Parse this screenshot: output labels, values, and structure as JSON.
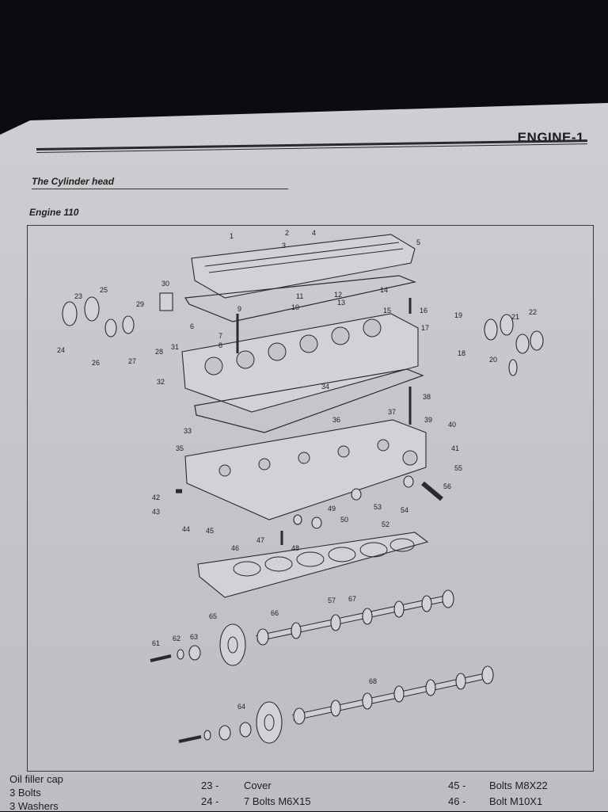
{
  "header": {
    "title": "ENGINE-1"
  },
  "section": {
    "title": "The Cylinder head",
    "subtitle": "Engine 110"
  },
  "callouts": [
    "1",
    "2",
    "3",
    "4",
    "5",
    "6",
    "7",
    "8",
    "9",
    "10",
    "11",
    "12",
    "13",
    "14",
    "15",
    "16",
    "17",
    "18",
    "19",
    "20",
    "21",
    "22",
    "23",
    "24",
    "25",
    "26",
    "27",
    "28",
    "29",
    "30",
    "31",
    "32",
    "33",
    "34",
    "35",
    "36",
    "37",
    "38",
    "39",
    "40",
    "41",
    "42",
    "43",
    "44",
    "45",
    "46",
    "47",
    "48",
    "49",
    "50",
    "52",
    "53",
    "54",
    "55",
    "56",
    "57",
    "61",
    "62",
    "63",
    "64",
    "65",
    "66",
    "67",
    "68"
  ],
  "legend": {
    "col1": [
      {
        "num": "",
        "text": "Oil filler cap"
      },
      {
        "num": "",
        "text": "3 Bolts"
      },
      {
        "num": "",
        "text": "3 Washers"
      }
    ],
    "col2": [
      {
        "num": "23 -",
        "text": "Cover"
      },
      {
        "num": "24 -",
        "text": "7 Bolts M6X15"
      }
    ],
    "col3": [
      {
        "num": "45 -",
        "text": "Bolts M8X22"
      },
      {
        "num": "46 -",
        "text": "Bolt M10X1"
      }
    ]
  }
}
